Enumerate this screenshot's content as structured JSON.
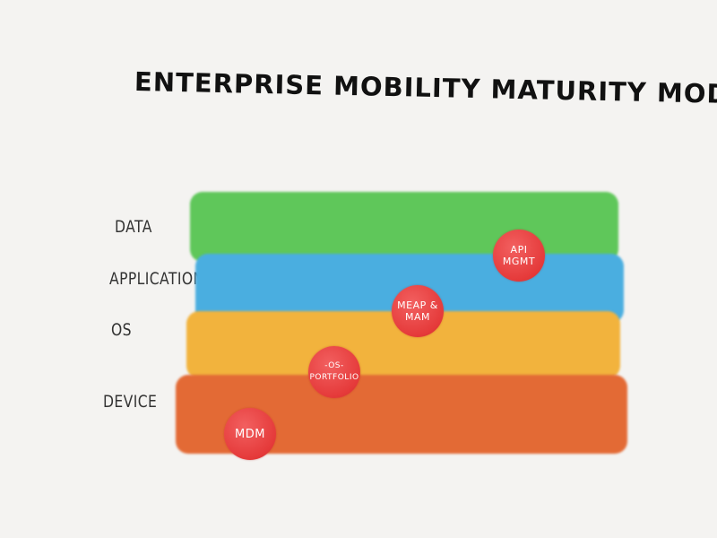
{
  "title": "ENTERPRISE MOBILITY MATURITY MODEL",
  "layers": [
    {
      "label": "DATA",
      "color": "#5fc75a"
    },
    {
      "label": "APPLICATIONS",
      "color": "#4aaee0"
    },
    {
      "label": "OS",
      "color": "#f2b33d"
    },
    {
      "label": "DEVICE",
      "color": "#e36a35"
    }
  ],
  "markers": [
    {
      "lines": [
        "API",
        "MGMT"
      ],
      "color": "#e53a3a"
    },
    {
      "lines": [
        "MEAP &",
        "MAM"
      ],
      "color": "#e53a3a"
    },
    {
      "lines": [
        "-OS-",
        "PORTFOLIO"
      ],
      "color": "#e53a3a"
    },
    {
      "lines": [
        "MDM"
      ],
      "color": "#e53a3a"
    }
  ]
}
